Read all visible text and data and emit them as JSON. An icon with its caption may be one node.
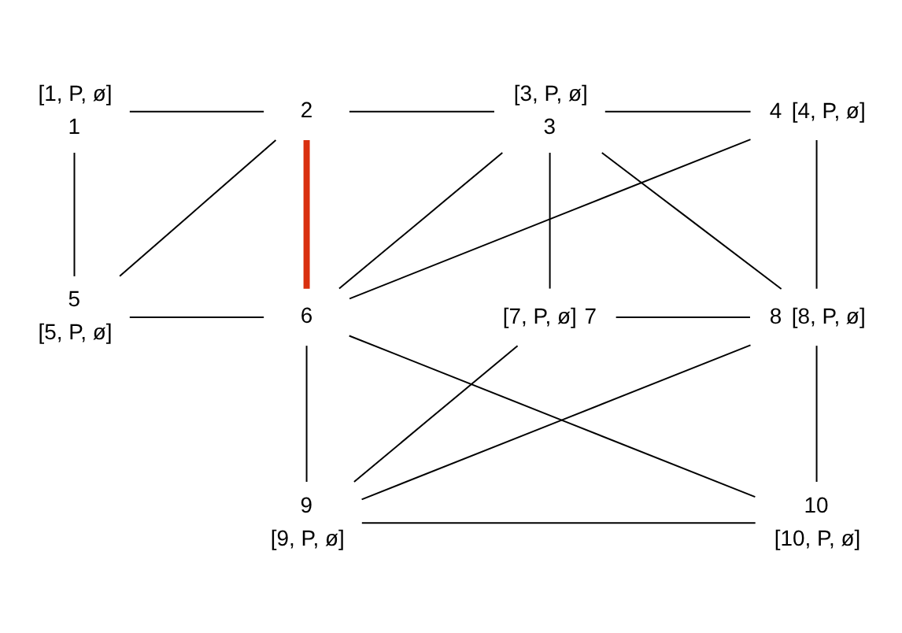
{
  "diagram": {
    "nodes": [
      {
        "text": [
          "1"
        ],
        "beside": [
          "[1, P, ø]"
        ]
      },
      {
        "text": [
          "2"
        ]
      },
      {
        "text": [
          "3"
        ],
        "beside": [
          "[3, P, ø]"
        ]
      },
      {
        "text": [
          "4"
        ],
        "beside": [
          "[4, P, ø]"
        ]
      },
      {
        "text": [
          "5"
        ],
        "beside": [
          "[5, P, ø]"
        ]
      },
      {
        "text": [
          "6"
        ]
      },
      {
        "text": [
          "7"
        ],
        "beside": [
          "[7, P, ø]"
        ]
      },
      {
        "text": [
          "8"
        ],
        "beside": [
          "[8, P, ø]"
        ]
      },
      {
        "text": [
          "9"
        ],
        "beside": [
          "[9, P, ø]"
        ]
      },
      {
        "text": [
          "10"
        ],
        "beside": [
          "[10, P, ø]"
        ]
      }
    ],
    "edges": [
      {
        "from": 0,
        "to": 1,
        "arrow": "none"
      },
      {
        "from": 1,
        "to": 2,
        "arrow": "none"
      },
      {
        "from": 2,
        "to": 3,
        "arrow": "none"
      },
      {
        "from": 0,
        "to": 4,
        "arrow": "none"
      },
      {
        "from": 1,
        "to": 4,
        "arrow": "none"
      },
      {
        "from": 4,
        "to": 5,
        "arrow": "none"
      },
      {
        "from": 1,
        "to": 5,
        "arrow": "none",
        "style": "thick",
        "color": "#d9300f"
      },
      {
        "from": 2,
        "to": 5,
        "arrow": "none"
      },
      {
        "from": 3,
        "to": 5,
        "arrow": "none"
      },
      {
        "from": 2,
        "to": 6,
        "arrow": "none"
      },
      {
        "from": 2,
        "to": 7,
        "arrow": "none"
      },
      {
        "from": 3,
        "to": 7,
        "arrow": "none"
      },
      {
        "from": 6,
        "to": 7,
        "arrow": "none"
      },
      {
        "from": 5,
        "to": 8,
        "arrow": "none"
      },
      {
        "from": 5,
        "to": 9,
        "arrow": "none"
      },
      {
        "from": 6,
        "to": 8,
        "arrow": "none"
      },
      {
        "from": 7,
        "to": 8,
        "arrow": "none"
      },
      {
        "from": 7,
        "to": 9,
        "arrow": "none"
      },
      {
        "from": 8,
        "to": 9,
        "arrow": "none"
      }
    ]
  }
}
